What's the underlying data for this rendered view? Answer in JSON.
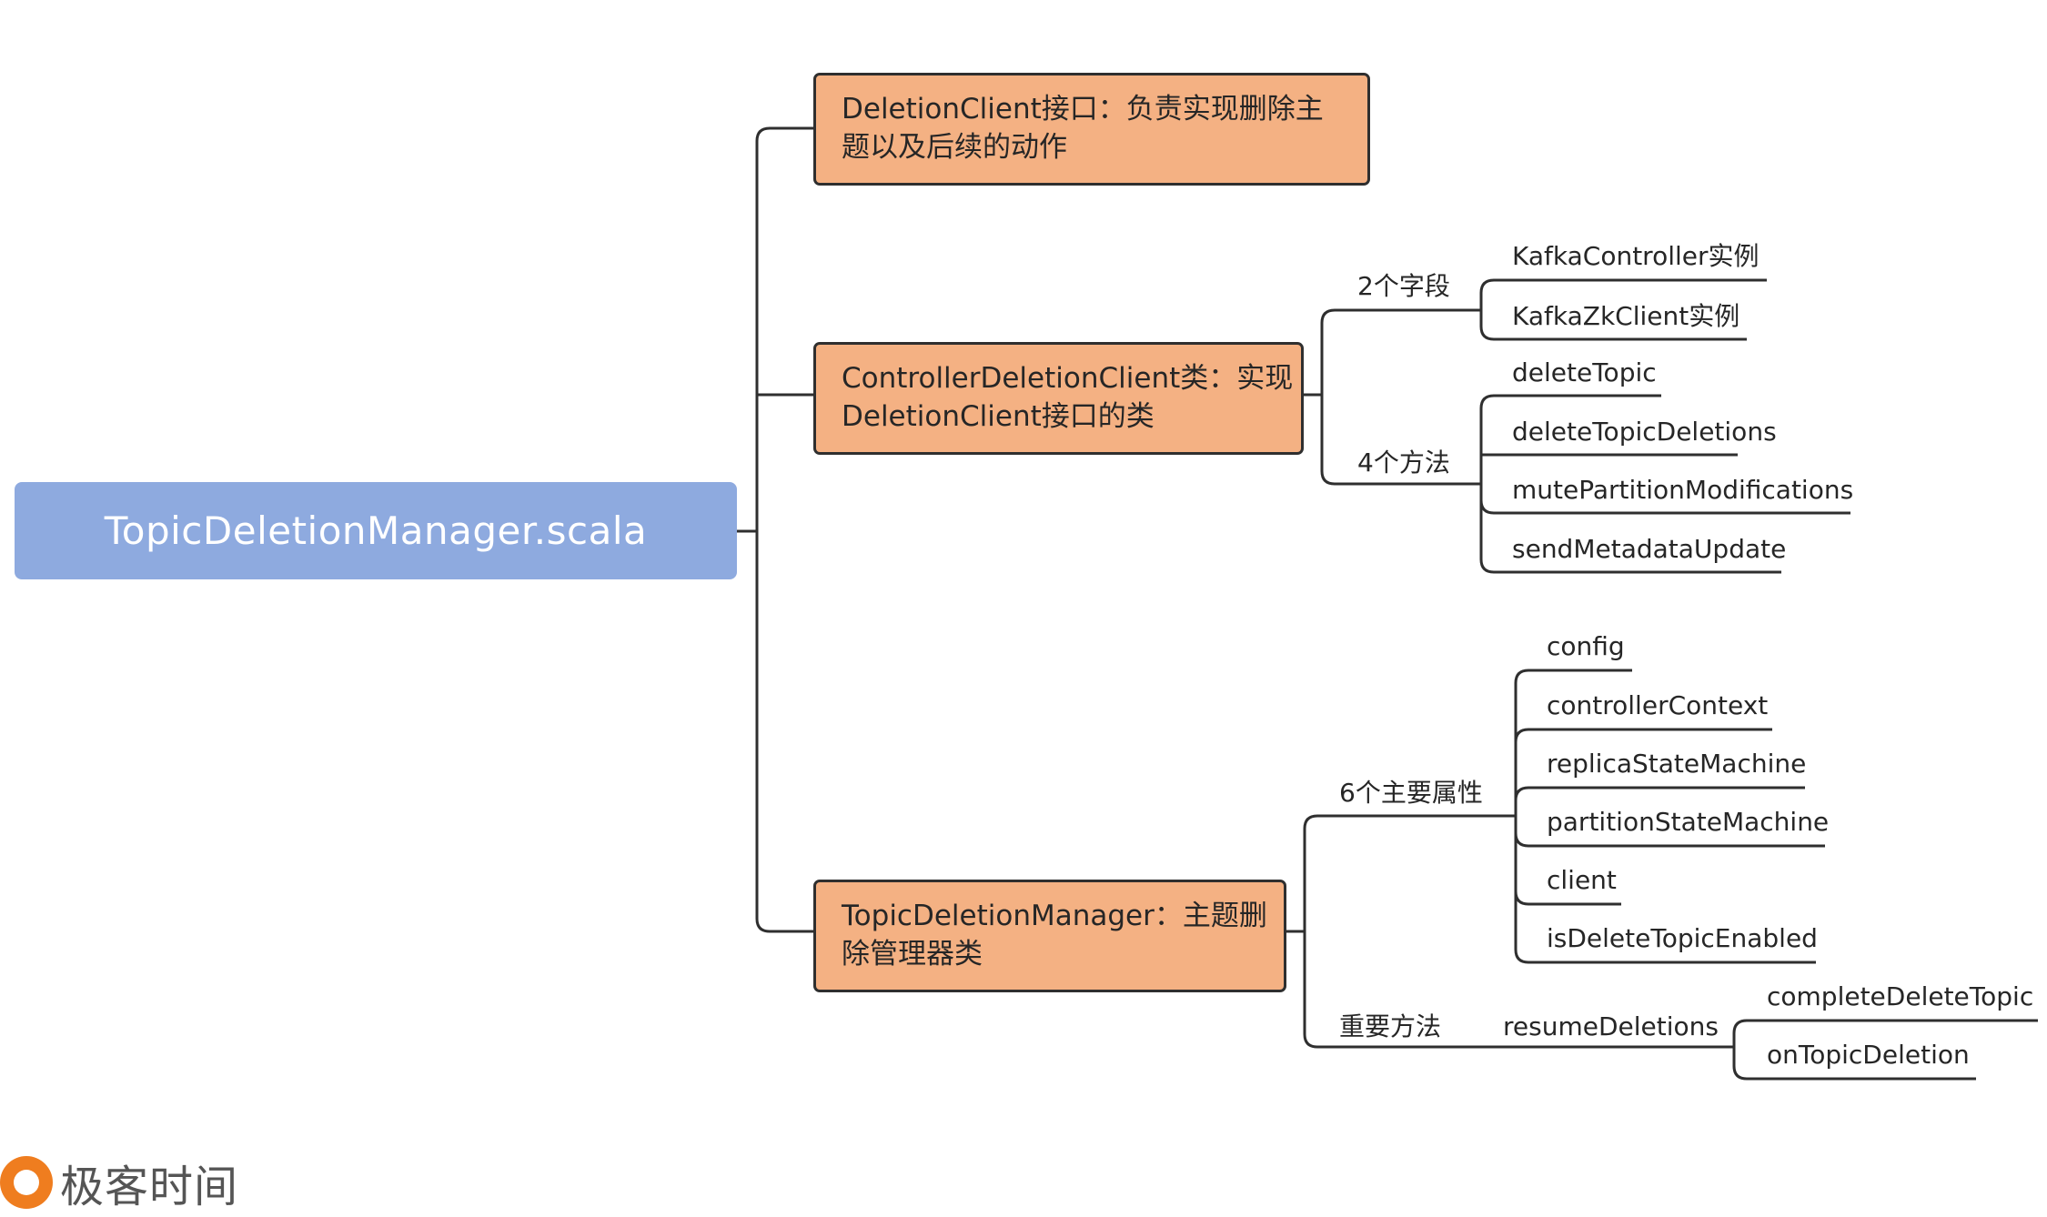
{
  "root": {
    "label": "TopicDeletionManager.scala"
  },
  "branches": {
    "deletion_client": {
      "lines": [
        "DeletionClient接口：负责实现删除主",
        "题以及后续的动作"
      ]
    },
    "controller_client": {
      "lines": [
        "ControllerDeletionClient类：实现",
        "DeletionClient接口的类"
      ],
      "fields_label": "2个字段",
      "fields": [
        "KafkaController实例",
        "KafkaZkClient实例"
      ],
      "methods_label": "4个方法",
      "methods": [
        "deleteTopic",
        "deleteTopicDeletions",
        "mutePartitionModifications",
        "sendMetadataUpdate"
      ]
    },
    "manager": {
      "lines": [
        "TopicDeletionManager：主题删",
        "除管理器类"
      ],
      "attrs_label": "6个主要属性",
      "attrs": [
        "config",
        "controllerContext",
        "replicaStateMachine",
        "partitionStateMachine",
        "client",
        "isDeleteTopicEnabled"
      ],
      "important_label": "重要方法",
      "important_method": "resumeDeletions",
      "sub_methods": [
        "completeDeleteTopic",
        "onTopicDeletion"
      ]
    }
  },
  "logo": {
    "text": "极客时间"
  },
  "colors": {
    "root_fill": "#8eaadf",
    "box_fill": "#f4b183",
    "line": "#2f2f2f",
    "logo": "#ef7d1f"
  }
}
